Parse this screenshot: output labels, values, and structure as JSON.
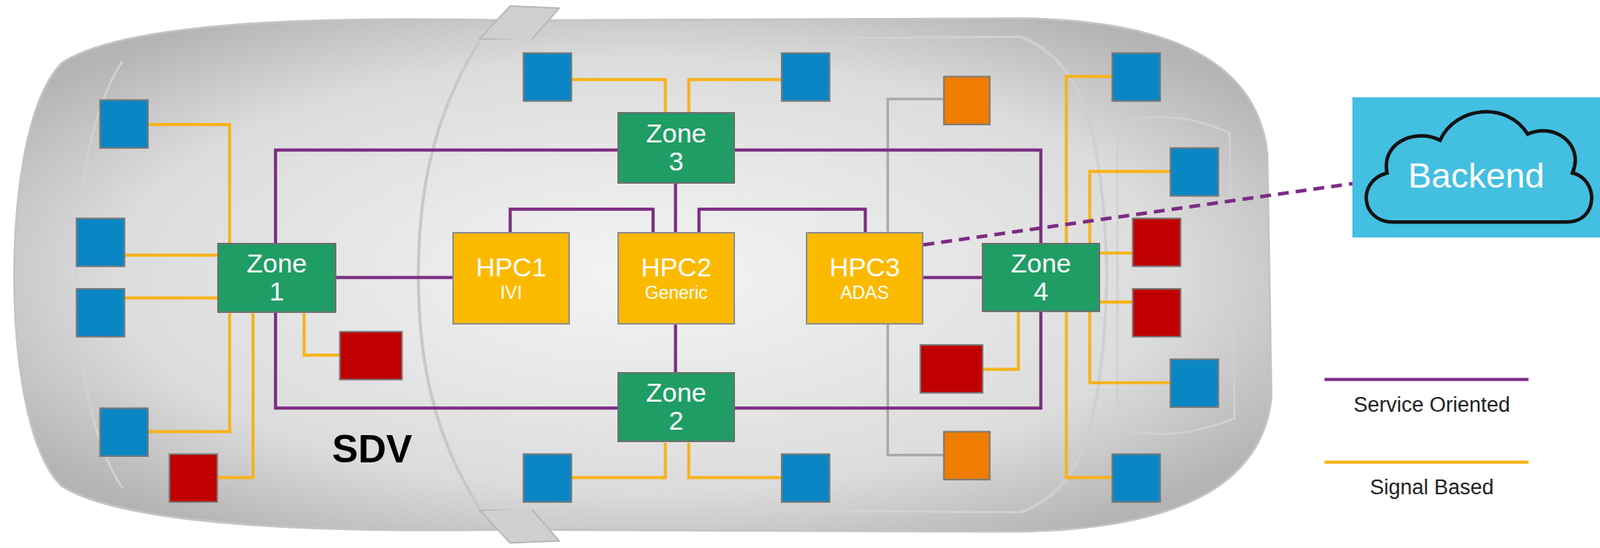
{
  "diagram": {
    "nodes": [
      {
        "text": [
          "Zone 3"
        ]
      },
      {
        "text": [
          "Backend"
        ]
      },
      {
        "text": [
          "Zone 1"
        ]
      },
      {
        "text": [
          "HPC1",
          "IVI"
        ]
      },
      {
        "text": [
          "HPC2",
          "Generic"
        ]
      },
      {
        "text": [
          "HPC3",
          "ADAS"
        ]
      },
      {
        "text": [
          "Zone 4"
        ]
      },
      {
        "text": [
          "Zone 2"
        ]
      }
    ],
    "edges": [
      {
        "from": 2,
        "to": 0,
        "arrow": "none"
      },
      {
        "from": 0,
        "to": 6,
        "arrow": "none"
      },
      {
        "from": 2,
        "to": 3,
        "arrow": "none"
      },
      {
        "from": 3,
        "to": 4,
        "arrow": "none"
      },
      {
        "from": 0,
        "to": 4,
        "arrow": "none"
      },
      {
        "from": 4,
        "to": 5,
        "arrow": "none"
      },
      {
        "from": 4,
        "to": 7,
        "arrow": "none"
      },
      {
        "from": 5,
        "to": 6,
        "arrow": "none"
      },
      {
        "from": 2,
        "to": 7,
        "arrow": "none"
      },
      {
        "from": 7,
        "to": 6,
        "arrow": "none"
      },
      {
        "from": 5,
        "to": 1,
        "arrow": "none"
      }
    ],
    "labels": [
      "SDV"
    ],
    "legend": [
      {
        "text": "Service Oriented"
      },
      {
        "text": "Signal Based"
      }
    ]
  }
}
